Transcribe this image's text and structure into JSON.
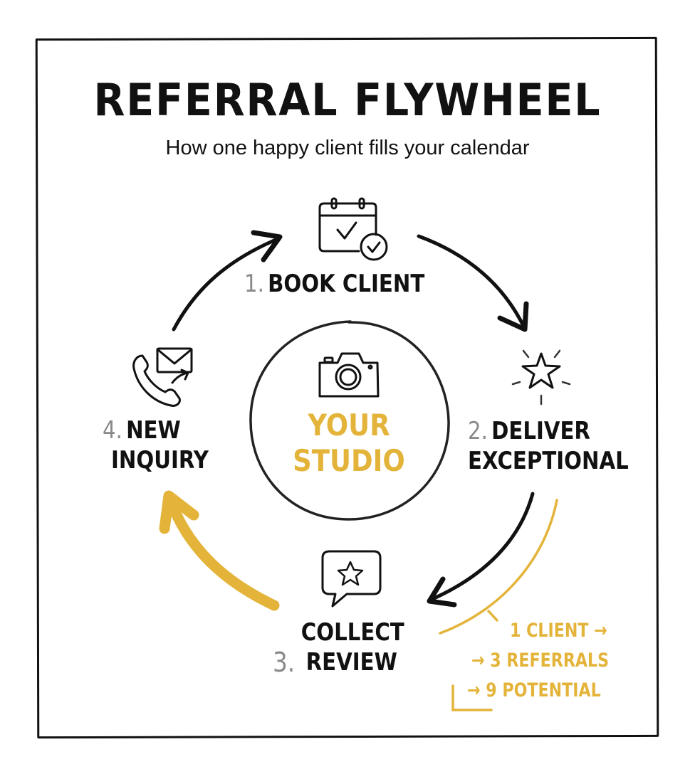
{
  "header": {
    "title": "REFERRAL FLYWHEEL",
    "subtitle": "How one happy client fills your calendar"
  },
  "center": {
    "icon": "camera-icon",
    "line1": "YOUR",
    "line2": "STUDIO"
  },
  "steps": [
    {
      "number": "1.",
      "line1": "BOOK CLIENT",
      "line2": "",
      "icon": "calendar-check-icon"
    },
    {
      "number": "2.",
      "line1": "DELIVER",
      "line2": "EXCEPTIONAL",
      "icon": "sparkle-star-icon"
    },
    {
      "number": "3.",
      "line1": "COLLECT",
      "line2": "REVIEW",
      "icon": "review-star-bubble-icon"
    },
    {
      "number": "4.",
      "line1": "NEW",
      "line2": "INQUIRY",
      "icon": "phone-mail-icon"
    }
  ],
  "annotation": {
    "line1": "1 CLIENT →",
    "line2": "→ 3 REFERRALS",
    "line3": "→ 9 POTENTIAL"
  },
  "colors": {
    "ink": "#111111",
    "accent_gold": "#E4B43A",
    "step_number_gray": "#8A8A8A"
  }
}
